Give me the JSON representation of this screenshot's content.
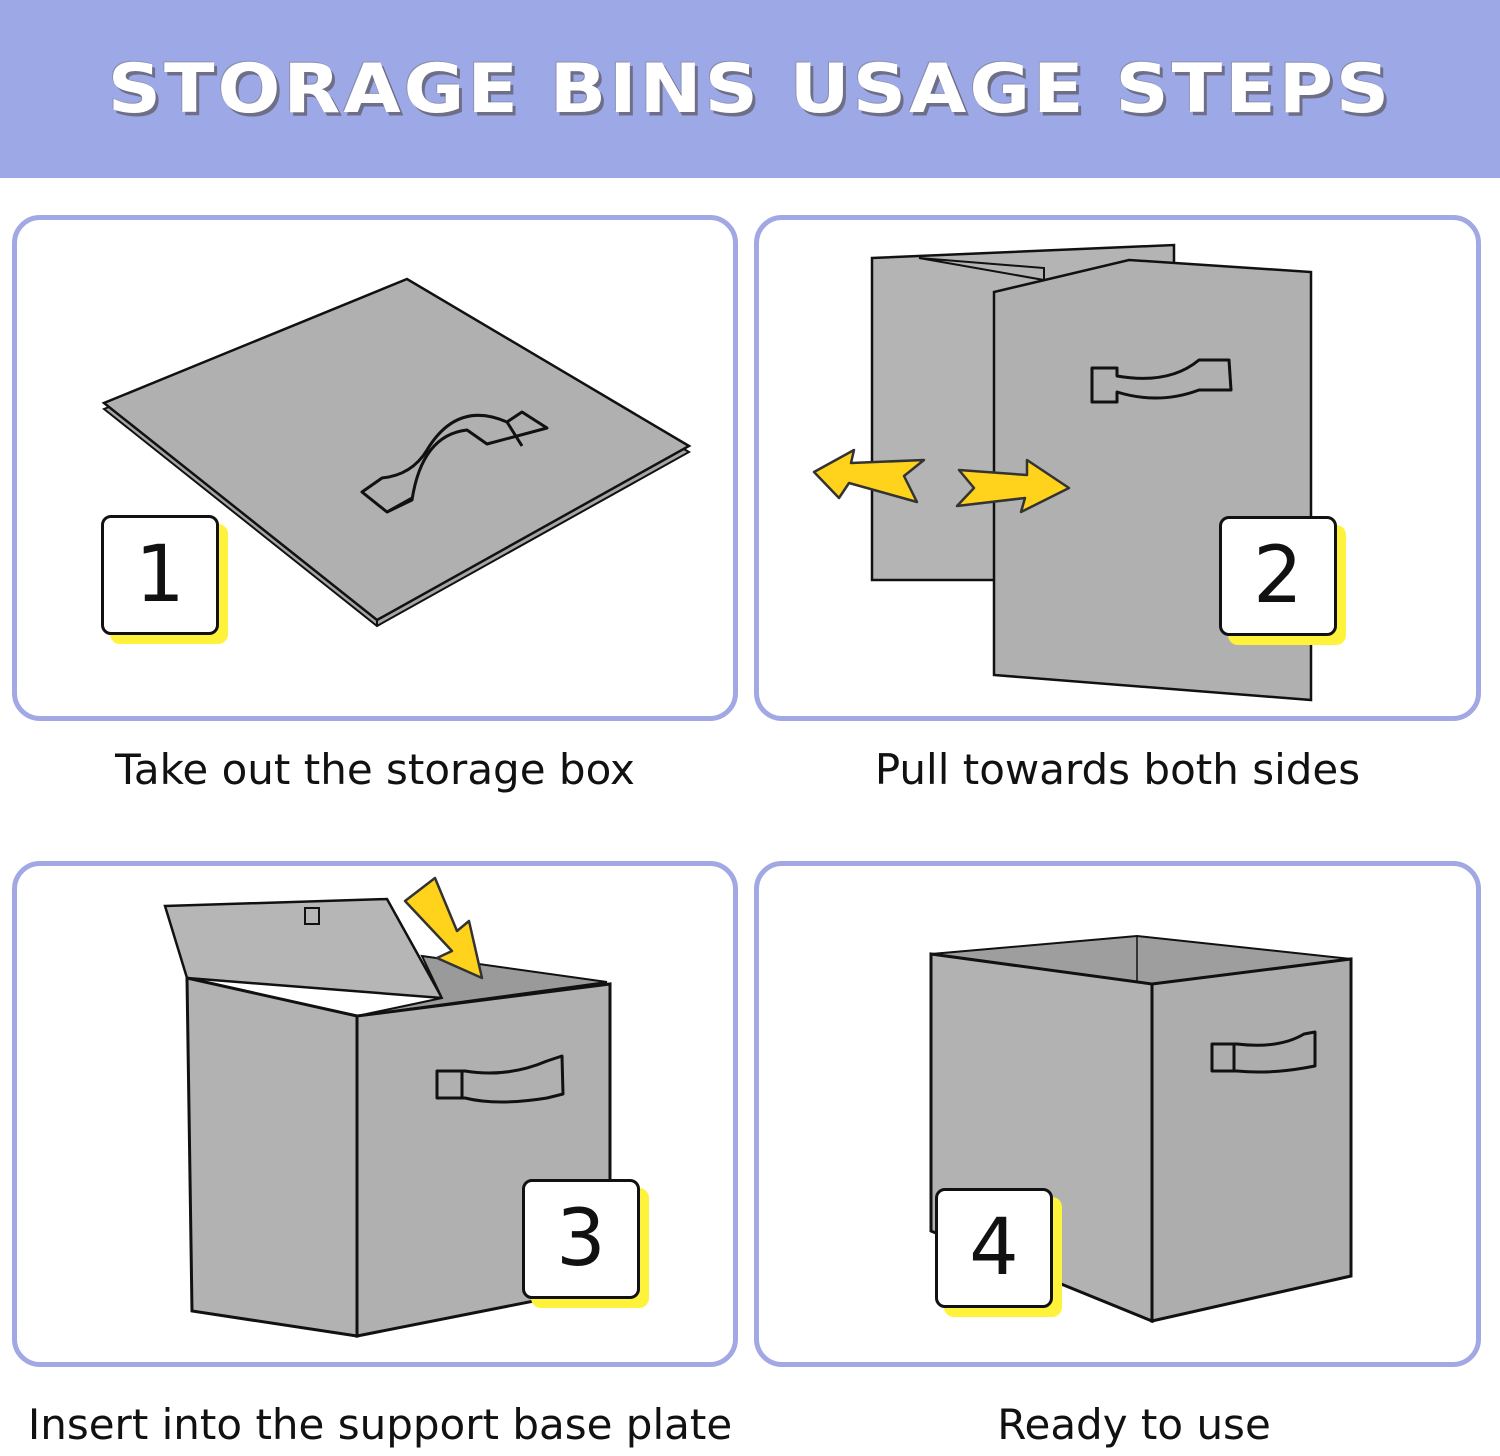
{
  "header": {
    "title": "STORAGE BINS USAGE STEPS"
  },
  "colors": {
    "header_bg": "#9da9e6",
    "panel_border": "#a1a8e4",
    "bin_gray": "#aeaeae",
    "arrow_yellow": "#ffd21c",
    "badge_shadow": "#fff23a"
  },
  "steps": [
    {
      "number": "1",
      "caption": "Take out the storage box"
    },
    {
      "number": "2",
      "caption": "Pull towards both sides"
    },
    {
      "number": "3",
      "caption": "Insert into the support base plate"
    },
    {
      "number": "4",
      "caption": "Ready to use"
    }
  ]
}
